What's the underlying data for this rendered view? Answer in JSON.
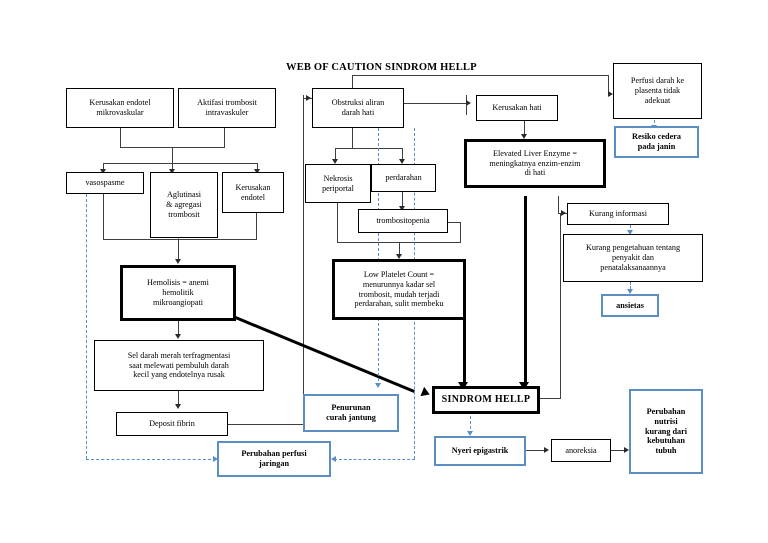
{
  "diagram": {
    "title": "WEB OF CAUTION SINDROM HELLP",
    "accent_blue": "#5B8FC4",
    "line_color": "#3F3F3F"
  },
  "nodes": {
    "kerusakan_endotel_mikro": "Kerusakan endotel\nmikrovaskular",
    "aktifasi_trombosit": "Aktifasi trombosit\nintravaskuler",
    "vasospasme": "vasospasme",
    "aglutinasi": "Aglutinasi\n& agregasi\ntrombosit",
    "kerusakan_endotel": "Kerusakan\nendotel",
    "hemolisis": "Hemolisis = anemi\nhemolitik\nmikroangiopati",
    "sel_darah_merah": "Sel darah merah terfragmentasi\nsaat melewati pembuluh darah\nkecil yang endotelnya rusak",
    "deposit_fibrin": "Deposit fibrin",
    "perubahan_perfusi": "Perubahan perfusi\njaringan",
    "obstruksi": "Obstruksi aliran\ndarah hati",
    "nekrosis": "Nekrosis\nperiportal",
    "perdarahan": "perdarahan",
    "trombositopenia": "trombositopenia",
    "low_platelet": "Low Platelet Count =\nmenurunnya kadar sel\ntrombosit, mudah terjadi\nperdarahan, sulit membeku",
    "penurunan_curah": "Penurunan\ncurah jantung",
    "kerusakan_hati": "Kerusakan hati",
    "elevated_liver": "Elevated Liver Enzyme =\nmeningkatnya enzim-enzim\ndi hati",
    "sindrom_hellp": "SINDROM HELLP",
    "nyeri_epigastrik": "Nyeri epigastrik",
    "anoreksia": "anoreksia",
    "perfusi_plasenta": "Perfusi darah ke\nplasenta tidak\nadekuat",
    "resiko_cedera": "Resiko cedera\npada janin",
    "kurang_informasi": "Kurang informasi",
    "kurang_pengetahuan": "Kurang pengetahuan tentang\npenyakit dan\npenatalaksanaannya",
    "ansietas": "ansietas",
    "perubahan_nutrisi": "Perubahan\nnutrisi\nkurang dari\nkebutuhan\ntubuh"
  }
}
